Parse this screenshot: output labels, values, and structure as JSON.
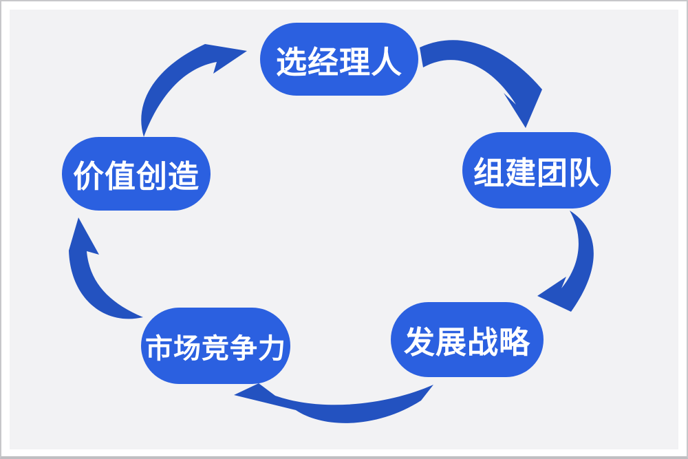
{
  "diagram": {
    "type": "cycle",
    "nodes": [
      {
        "id": "select-manager",
        "label": "选经理人"
      },
      {
        "id": "build-team",
        "label": "组建团队"
      },
      {
        "id": "development-strategy",
        "label": "发展战略"
      },
      {
        "id": "market-competitiveness",
        "label": "市场竞争力"
      },
      {
        "id": "value-creation",
        "label": "价值创造"
      }
    ],
    "edges": [
      {
        "from": "value-creation",
        "to": "select-manager"
      },
      {
        "from": "select-manager",
        "to": "build-team"
      },
      {
        "from": "build-team",
        "to": "development-strategy"
      },
      {
        "from": "development-strategy",
        "to": "market-competitiveness"
      },
      {
        "from": "market-competitiveness",
        "to": "value-creation"
      }
    ],
    "colors": {
      "node_fill": "#2B60E0",
      "arrow_fill": "#2352C0",
      "node_text": "#FFFFFF",
      "board_bg": "#F2F2F4",
      "frame_bg": "#FFFFFF",
      "frame_border": "#C7C7CA"
    }
  }
}
